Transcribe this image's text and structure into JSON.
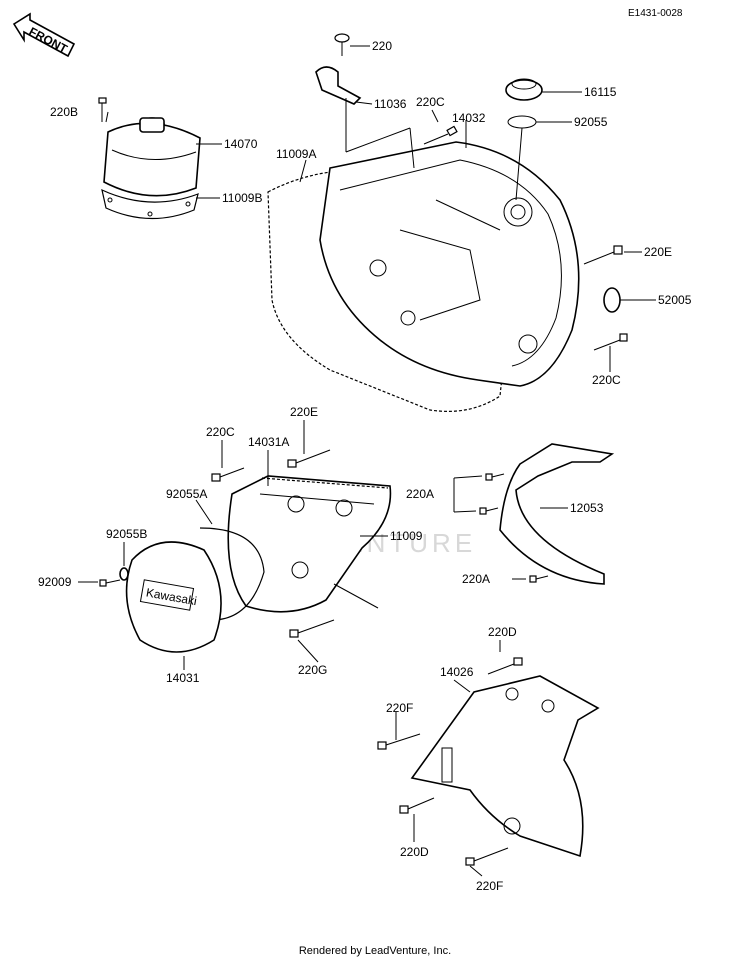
{
  "ref_code": "E1431-0028",
  "front_label": "FRONT",
  "watermark": "LEADVENTURE",
  "footer": "Rendered by LeadVenture, Inc.",
  "labels": {
    "p220_top": "220",
    "p11036": "11036",
    "p220C_a": "220C",
    "p14032": "14032",
    "p16115": "16115",
    "p92055": "92055",
    "p220B": "220B",
    "p14070": "14070",
    "p11009A": "11009A",
    "p11009B": "11009B",
    "p220E_a": "220E",
    "p52005": "52005",
    "p220C_b": "220C",
    "p220E_b": "220E",
    "p220C_c": "220C",
    "p14031A": "14031A",
    "p92055A": "92055A",
    "p11009": "11009",
    "p92055B": "92055B",
    "p92009": "92009",
    "p14031": "14031",
    "p220G": "220G",
    "p220A_a": "220A",
    "p12053": "12053",
    "p220A_b": "220A",
    "p220D_a": "220D",
    "p14026": "14026",
    "p220F_a": "220F",
    "p220D_b": "220D",
    "p220F_b": "220F"
  },
  "emblem_text": "Kawasaki"
}
